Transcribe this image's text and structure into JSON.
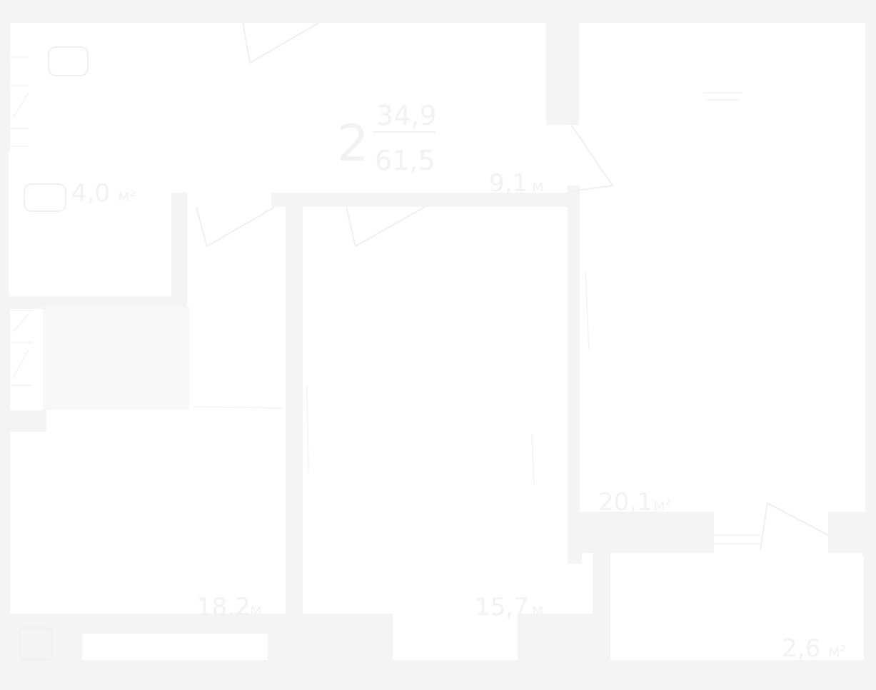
{
  "plan": {
    "flat_type": "2",
    "living_area": "34,9",
    "total_area": "61,5",
    "rooms": [
      {
        "id": "storage",
        "area": "4,0",
        "unit": "м²"
      },
      {
        "id": "hall",
        "area": "9,1",
        "unit": "м"
      },
      {
        "id": "living",
        "area": "20,1",
        "unit": "м²"
      },
      {
        "id": "bedroom-left",
        "area": "18,2",
        "unit": "м"
      },
      {
        "id": "bedroom-middle",
        "area": "15,7",
        "unit": "м"
      },
      {
        "id": "balcony",
        "area": "2,6",
        "unit": "м²"
      }
    ]
  }
}
